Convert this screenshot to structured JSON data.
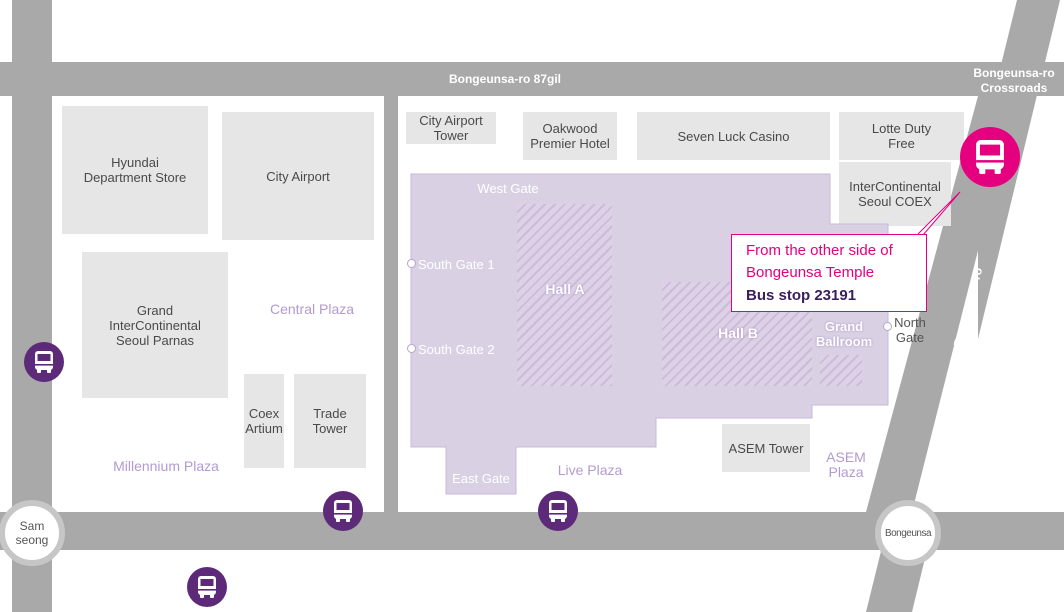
{
  "roads": {
    "top": "Bongeunsa-ro 87gil",
    "right": "Bongeunsa-ro",
    "crossroads": "Bongeunsa-ro\nCrossroads"
  },
  "buildings": {
    "hyundai": "Hyundai\nDepartment Store",
    "city_airport": "City Airport",
    "grand_interconti": "Grand\nInterContinental\nSeoul Parnas",
    "coex_artium": "Coex\nArtium",
    "trade_tower": "Trade\nTower",
    "city_airport_tower": "City Airport\nTower",
    "oakwood": "Oakwood\nPremier Hotel",
    "seven_luck": "Seven Luck Casino",
    "lotte": "Lotte Duty\nFree",
    "interconti_coex": "InterContinental\nSeoul COEX",
    "asem_tower": "ASEM Tower"
  },
  "plazas": {
    "central": "Central Plaza",
    "millennium": "Millennium Plaza",
    "live": "Live Plaza",
    "asem": "ASEM\nPlaza"
  },
  "halls": {
    "hall_a": "Hall A",
    "hall_b": "Hall B",
    "grand_ballroom": "Grand\nBallroom"
  },
  "gates": {
    "west": "West Gate",
    "south1": "South Gate 1",
    "south2": "South Gate 2",
    "east": "East Gate",
    "north": "North\nGate"
  },
  "stations": {
    "samseong": "Sam\nseong",
    "bongeunsa": "Bongeunsa"
  },
  "callout": {
    "line1": "From the other side of",
    "line2": "Bongeunsa Temple",
    "line3": "Bus stop 23191"
  },
  "colors": {
    "highlight": "#e4007f",
    "bus": "#5d2a7a",
    "coex": "#d9d0e4",
    "road": "#a9a9a9",
    "plaza_text": "#b39ad0"
  },
  "icons": {
    "bus": "bus-icon",
    "bus_highlight": "bus-stop-highlight-icon"
  }
}
